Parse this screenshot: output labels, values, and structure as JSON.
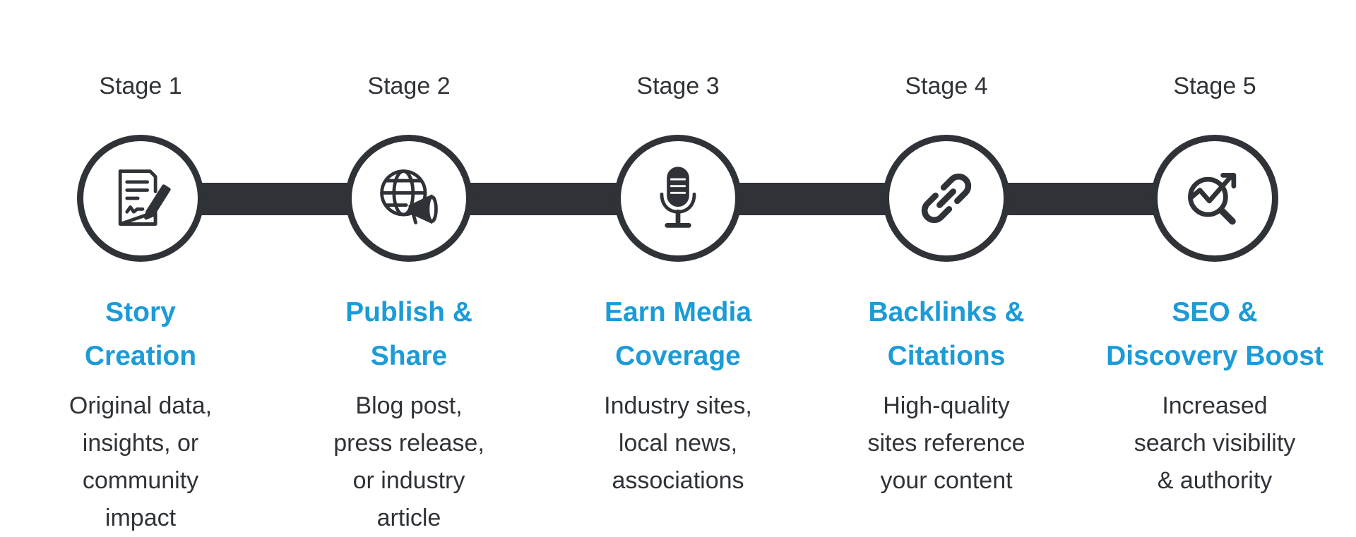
{
  "colors": {
    "accent": "#1b9bd7",
    "dark": "#2f3338"
  },
  "stages": [
    {
      "label": "Stage 1",
      "icon": "document-pen-icon",
      "title_lines": [
        "Story",
        "Creation"
      ],
      "desc_lines": [
        "Original data,",
        "insights, or",
        "community",
        "impact"
      ]
    },
    {
      "label": "Stage 2",
      "icon": "globe-megaphone-icon",
      "title_lines": [
        "Publish &",
        "Share"
      ],
      "desc_lines": [
        "Blog post,",
        "press release,",
        "or industry",
        "article"
      ]
    },
    {
      "label": "Stage 3",
      "icon": "microphone-icon",
      "title_lines": [
        "Earn Media",
        "Coverage"
      ],
      "desc_lines": [
        "Industry sites,",
        "local news,",
        "associations"
      ]
    },
    {
      "label": "Stage 4",
      "icon": "link-icon",
      "title_lines": [
        "Backlinks &",
        "Citations"
      ],
      "desc_lines": [
        "High-quality",
        "sites reference",
        "your content"
      ]
    },
    {
      "label": "Stage 5",
      "icon": "search-growth-icon",
      "title_lines": [
        "SEO &",
        "Discovery Boost"
      ],
      "desc_lines": [
        "Increased",
        "search visibility",
        "& authority"
      ]
    }
  ]
}
